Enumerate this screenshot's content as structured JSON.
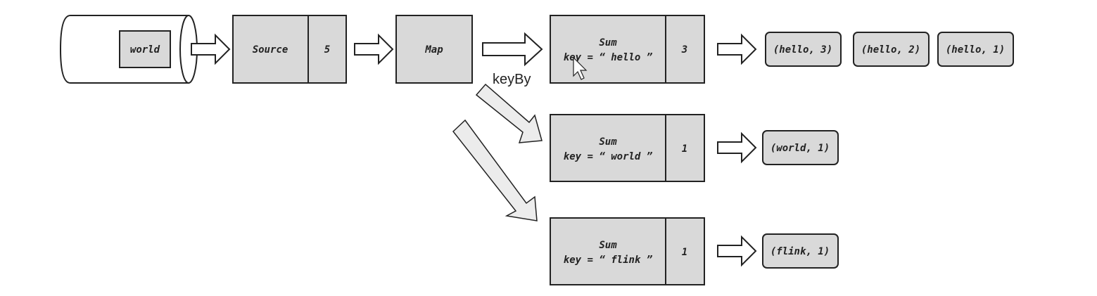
{
  "source_queue": {
    "item": "world"
  },
  "source": {
    "label": "Source",
    "count": "5"
  },
  "map": {
    "label": "Map"
  },
  "keyby_label": "keyBy",
  "sums": [
    {
      "title": "Sum",
      "key": "key = “ hello ”",
      "count": "3",
      "outputs": [
        "(hello, 3)",
        "(hello, 2)",
        "(hello, 1)"
      ]
    },
    {
      "title": "Sum",
      "key": "key = “ world ”",
      "count": "1",
      "outputs": [
        "(world, 1)"
      ]
    },
    {
      "title": "Sum",
      "key": "key = “ flink ”",
      "count": "1",
      "outputs": [
        "(flink, 1)"
      ]
    }
  ],
  "colors": {
    "box_fill": "#d9d9d9",
    "stroke": "#222222",
    "arrow_fill": "#ffffff",
    "keyby_arrow_fill": "#ececec"
  },
  "icons": {
    "pointer": "mouse-pointer-icon"
  }
}
